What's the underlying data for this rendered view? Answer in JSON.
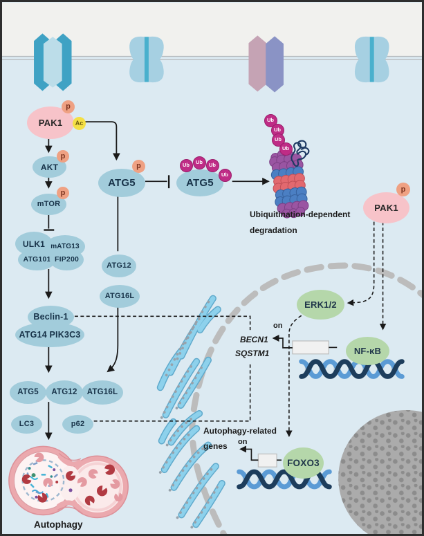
{
  "figure": {
    "type": "signaling-pathway-diagram",
    "topic": "PAK1 regulation of autophagy"
  },
  "colors": {
    "cytoplasm_bg": "#dceaf2",
    "extracellular_bg": "#f1f1ee",
    "node_blue": "#a2ccdb",
    "node_green": "#b5d7aa",
    "node_pink": "#f7c3c9",
    "phospho_badge": "#efa183",
    "acetyl_badge": "#f4df45",
    "ubiquitin_magenta": "#bf2c86",
    "nucleus_envelope_gray": "#bcbcbc",
    "nucleolus_gray": "#ababab",
    "er_membrane_blue": "#8dd1ec",
    "dna_dark": "#1d3d5c",
    "dna_light": "#5b9bd5",
    "autophagosome_pink": "#ecacb1"
  },
  "pathway": {
    "pak1": "PAK1",
    "p_badge": "p",
    "ac_badge": "Ac",
    "akt": "AKT",
    "mtor": "mTOR",
    "ulk1": "ULK1",
    "matg13": "mATG13",
    "atg101": "ATG101",
    "fip200": "FIP200",
    "beclin1": "Beclin-1",
    "atg14_pik3c3": "ATG14 PIK3C3",
    "atg5": "ATG5",
    "atg12": "ATG12",
    "atg16l": "ATG16L",
    "lc3": "LC3",
    "p62": "p62",
    "autophagy_label": "Autophagy"
  },
  "degradation": {
    "ub": "Ub",
    "atg5": "ATG5",
    "caption_line1": "Ubiquitination-dependent",
    "caption_line2": "degradation"
  },
  "nuclear_signaling": {
    "pak1": "PAK1",
    "p_badge": "p",
    "erk12": "ERK1/2",
    "nfkb": "NF-κB",
    "foxo3": "FOXO3",
    "becn1_gene": "BECN1",
    "sqstm1_gene": "SQSTM1",
    "on_label": "on",
    "autophagy_genes_line1": "Autophagy-related",
    "autophagy_genes_line2": "genes"
  }
}
